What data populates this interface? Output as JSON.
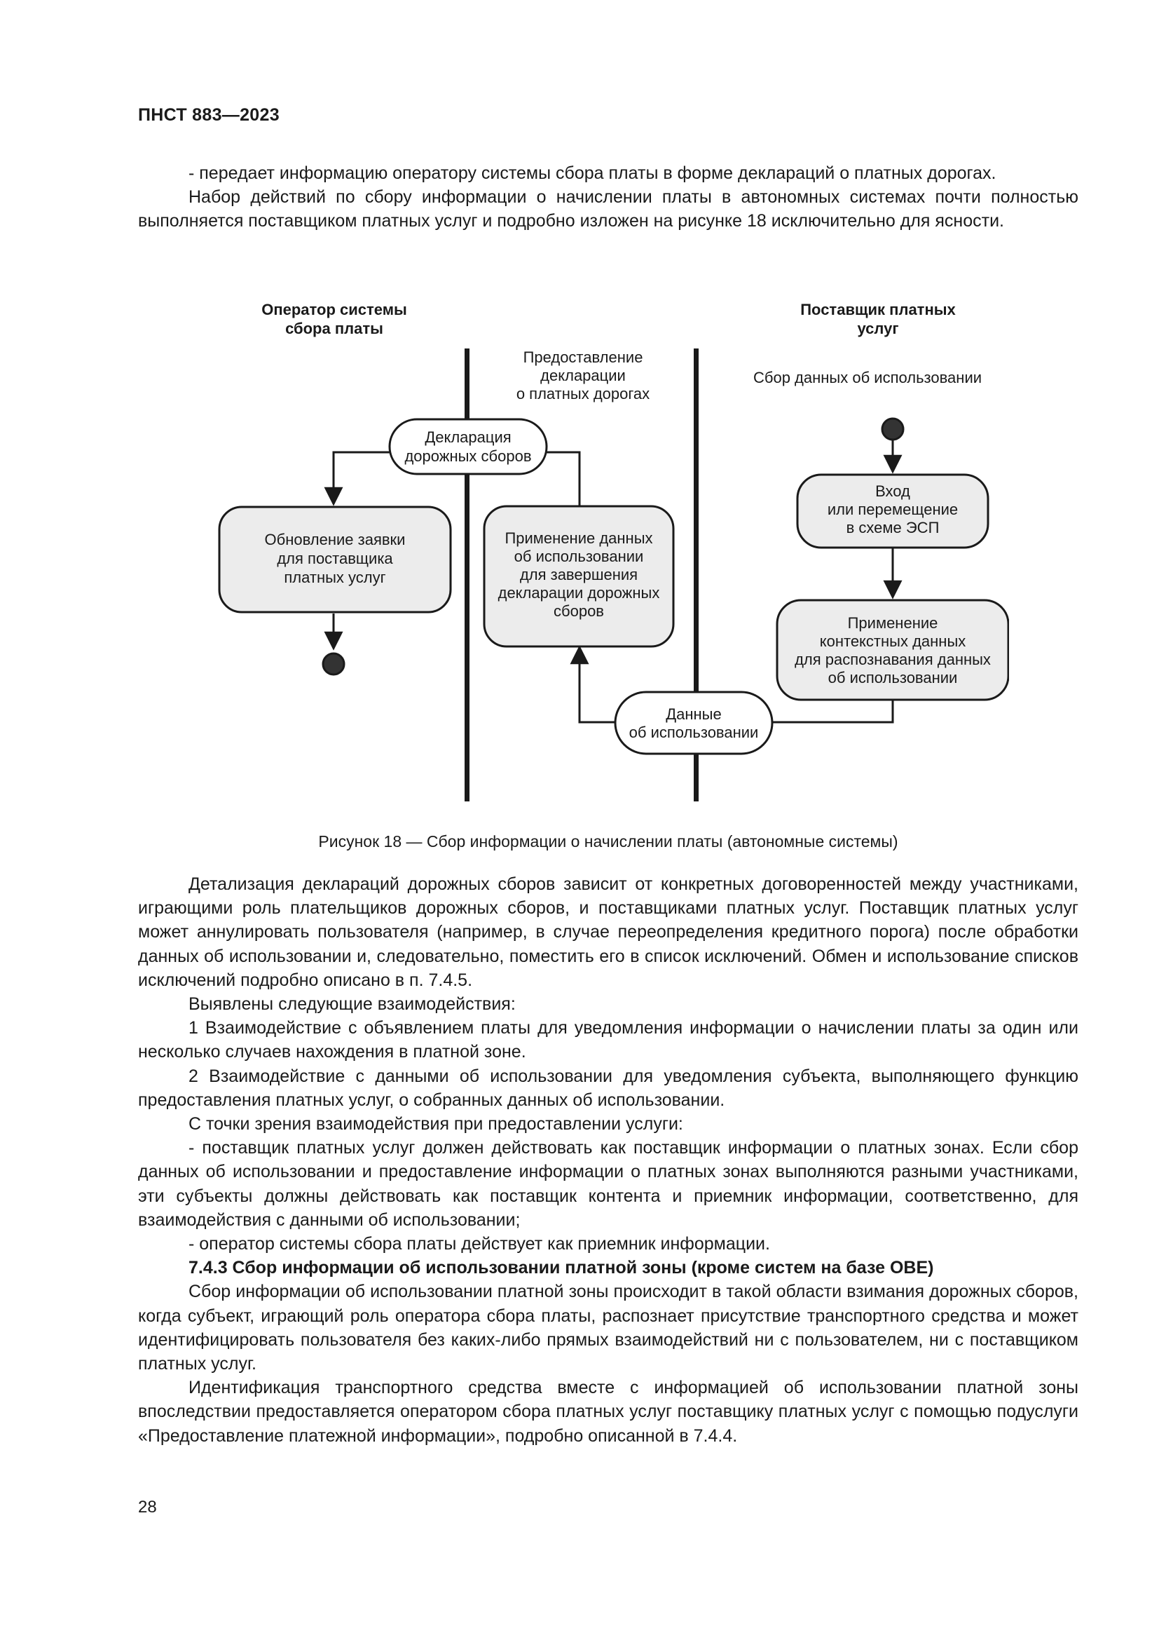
{
  "header": {
    "doc_id": "ПНСТ 883—2023"
  },
  "intro": [
    "- передает информацию оператору системы сбора платы в форме деклараций о платных дорогах.",
    "Набор действий по сбору информации о начислении платы в автономных системах почти полностью выполняется поставщиком платных услуг и подробно изложен на рисунке 18 исключительно для ясности."
  ],
  "diagram": {
    "lane_operator_title": [
      "Оператор системы",
      "сбора платы"
    ],
    "lane_provider_title": [
      "Поставщик платных",
      "услуг"
    ],
    "lane_middle_label": [
      "Предоставление",
      "декларации",
      "о платных дорогах"
    ],
    "lane_provider_label": "Сбор данных об использовании",
    "node_declaration": [
      "Декларация",
      "дорожных сборов"
    ],
    "node_update": [
      "Обновление заявки",
      "для поставщика",
      "платных услуг"
    ],
    "node_apply_usage": [
      "Применение данных",
      "об использовании",
      "для завершения",
      "декларации дорожных",
      "сборов"
    ],
    "node_entry": [
      "Вход",
      "или перемещение",
      "в схеме ЭСП"
    ],
    "node_context": [
      "Применение",
      "контекстных данных",
      "для распознавания данных",
      "об использовании"
    ],
    "node_usage_data": [
      "Данные",
      "об использовании"
    ]
  },
  "caption": "Рисунок 18 — Сбор информации о начислении платы (автономные системы)",
  "body": [
    {
      "text": "Детализация деклараций дорожных сборов зависит от конкретных договоренностей между участниками, играющими роль плательщиков дорожных сборов, и поставщиками платных услуг. Поставщик платных услуг может аннулировать пользователя (например, в случае переопределения кредитного порога) после обработки данных об использовании и, следовательно, поместить его в список исключений. Обмен и использование списков исключений подробно описано в п. 7.4.5."
    },
    {
      "text": "Выявлены следующие взаимодействия:"
    },
    {
      "text": "1 Взаимодействие с объявлением платы для уведомления информации о начислении платы за один или несколько случаев нахождения в платной зоне."
    },
    {
      "text": "2 Взаимодействие с данными об использовании для уведомления субъекта, выполняющего функцию предоставления платных услуг, о собранных данных об использовании."
    },
    {
      "text": "С точки зрения взаимодействия при предоставлении услуги:"
    },
    {
      "text": "- поставщик платных услуг должен действовать как поставщик информации о платных зонах. Если сбор данных об использовании и предоставление информации о платных зонах выполняются разными участниками, эти субъекты должны действовать как поставщик контента и приемник информации, соответственно, для взаимодействия с данными об использовании;"
    },
    {
      "text": "- оператор системы сбора платы действует как приемник информации."
    },
    {
      "text": "7.4.3 Сбор информации об использовании платной зоны (кроме систем на базе ОВЕ)"
    },
    {
      "text": "Сбор информации об использовании платной зоны происходит в такой области взимания дорожных сборов, когда субъект, играющий роль оператора сбора платы, распознает присутствие транспортного средства и может идентифицировать пользователя без каких-либо прямых взаимодействий ни с пользователем, ни с поставщиком платных услуг."
    },
    {
      "text": "Идентификация транспортного средства вместе с информацией об использовании платной зоны впоследствии предоставляется оператором сбора платных услуг поставщику платных услуг с помощью подуслуги «Предоставление платежной информации», подробно описанной в 7.4.4."
    }
  ],
  "footer": {
    "page_number": "28"
  }
}
